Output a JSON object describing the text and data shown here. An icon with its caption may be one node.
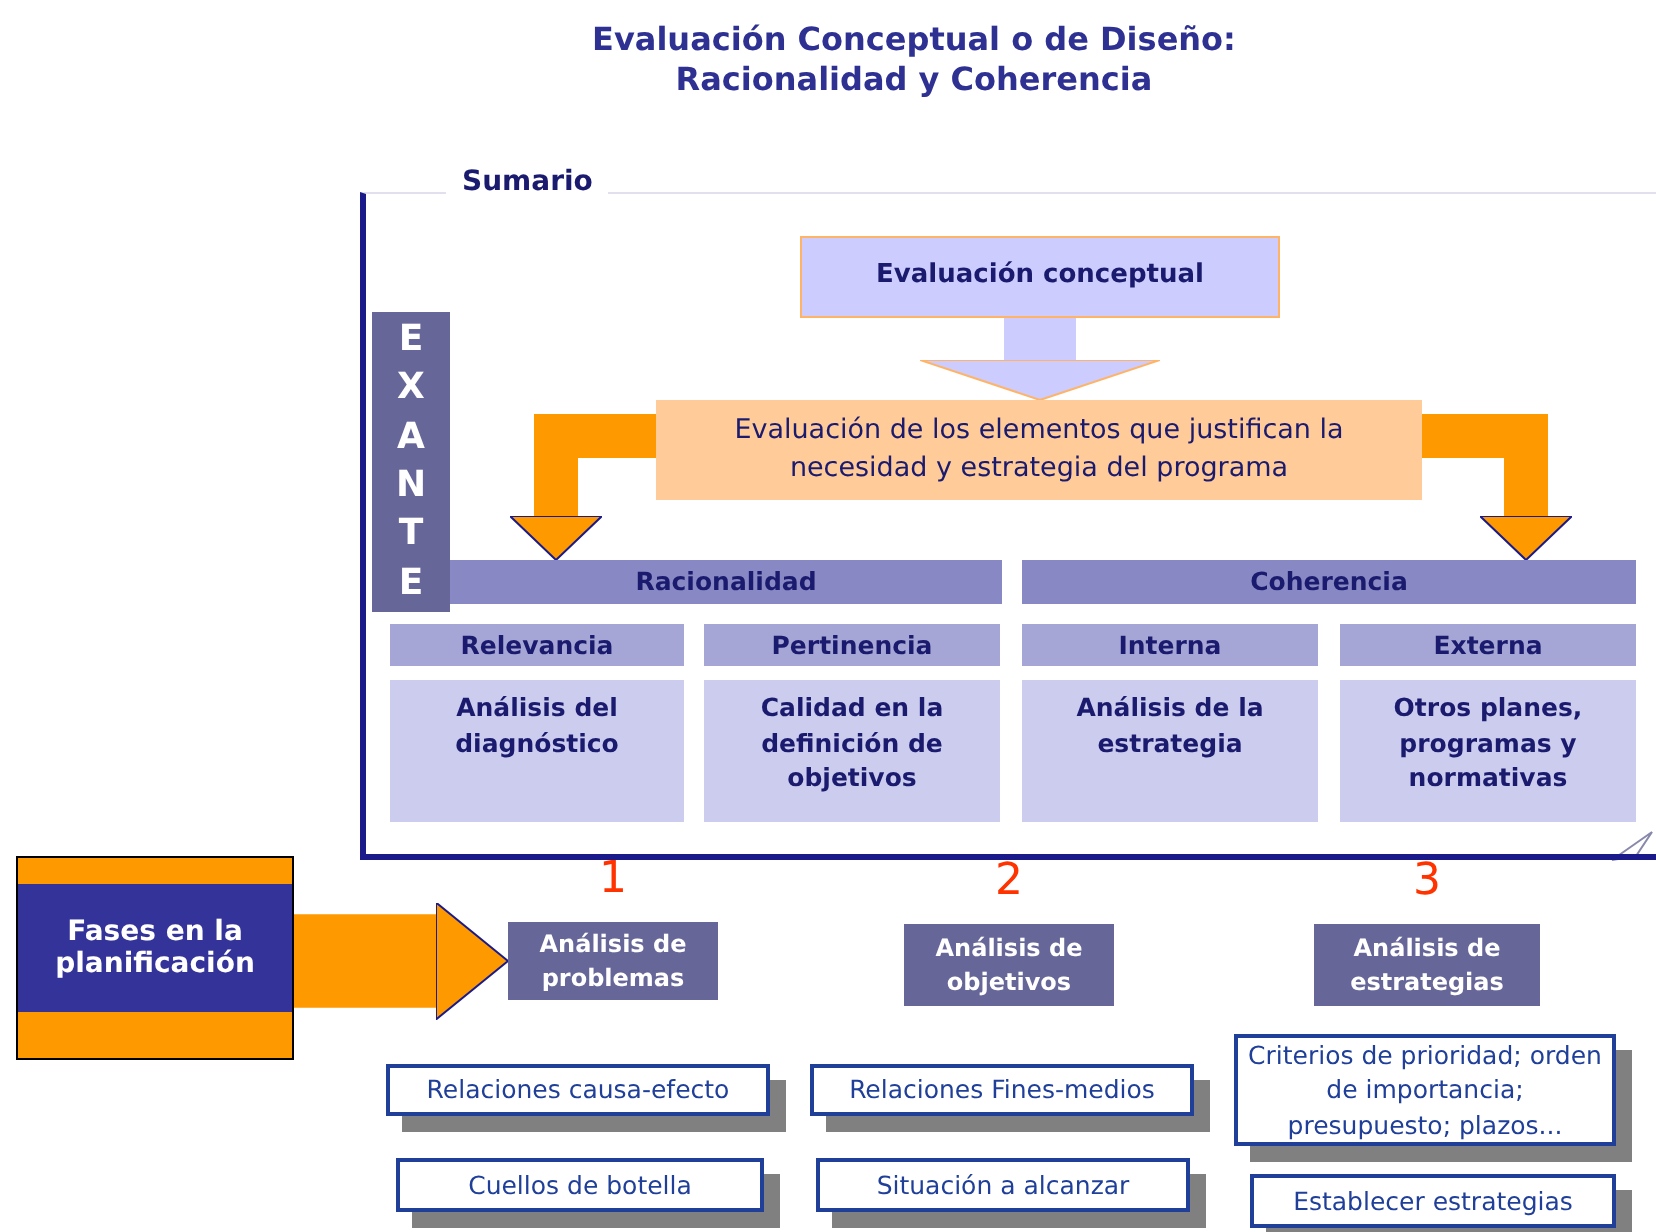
{
  "diagram": {
    "title": "Evaluación Conceptual o de Diseño: Racionalidad y Coherencia",
    "nodes": [
      {
        "text": [
          "Sumario"
        ]
      },
      {
        "text": [
          "Evaluación conceptual"
        ],
        "in": 0
      },
      {
        "text": [
          "Evaluación de los elementos que justifican la necesidad y estrategia del programa"
        ],
        "in": 0
      },
      {
        "text": [
          "EXANTE"
        ],
        "in": 0
      },
      {
        "text": [
          "Racionalidad"
        ],
        "in": 0
      },
      {
        "text": [
          "Coherencia"
        ],
        "in": 0
      },
      {
        "text": [
          "Relevancia"
        ],
        "in": 0
      },
      {
        "text": [
          "Pertinencia"
        ],
        "in": 0
      },
      {
        "text": [
          "Interna"
        ],
        "in": 0
      },
      {
        "text": [
          "Externa"
        ],
        "in": 0
      },
      {
        "text": [
          "Análisis del diagnóstico"
        ],
        "in": 0
      },
      {
        "text": [
          "Calidad en la definición de objetivos"
        ],
        "in": 0
      },
      {
        "text": [
          "Análisis de la estrategia"
        ],
        "in": 0
      },
      {
        "text": [
          "Otros planes, programas y normativas"
        ],
        "in": 0
      },
      {
        "text": [
          "Fases en la planificación"
        ]
      },
      {
        "text": [
          "Análisis de problemas"
        ],
        "beside": [
          "1"
        ]
      },
      {
        "text": [
          "Análisis de objetivos"
        ],
        "beside": [
          "2"
        ]
      },
      {
        "text": [
          "Análisis de estrategias"
        ],
        "beside": [
          "3"
        ]
      },
      {
        "text": [
          "Relaciones causa-efecto"
        ]
      },
      {
        "text": [
          "Relaciones Fines-medios"
        ]
      },
      {
        "text": [
          "Criterios de prioridad; orden de importancia; presupuesto; plazos..."
        ]
      },
      {
        "text": [
          "Cuellos de botella"
        ]
      },
      {
        "text": [
          "Situación a alcanzar"
        ]
      },
      {
        "text": [
          "Establecer estrategias"
        ]
      }
    ],
    "edges": [
      {
        "from": 1,
        "to": 2,
        "arrow": "to",
        "color": "#ccccff"
      },
      {
        "from": 2,
        "to": 4,
        "arrow": "to"
      },
      {
        "from": 2,
        "to": 5,
        "arrow": "to"
      },
      {
        "from": 14,
        "to": 15,
        "arrow": "to",
        "style": "thick"
      }
    ]
  }
}
